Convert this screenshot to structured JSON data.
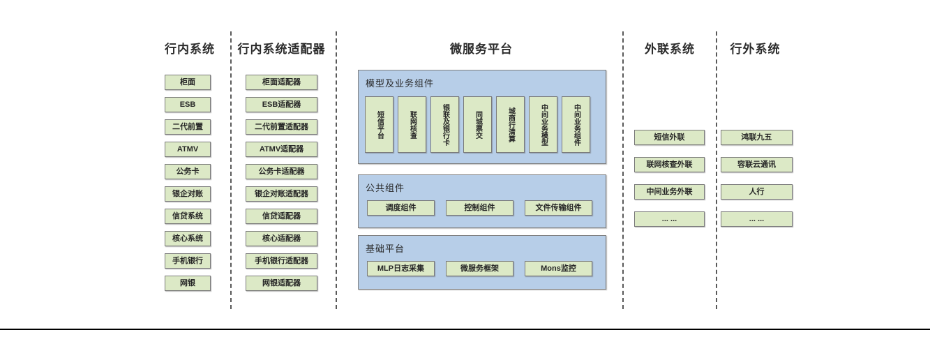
{
  "colors": {
    "box_green": "#dce9c6",
    "panel_blue": "#b7cee8",
    "border_gray": "#7a7a7a",
    "divider_dash": "#595959",
    "bottom_rule": "#000000"
  },
  "columns": [
    {
      "title": "行内系统",
      "boxes": [
        "柜面",
        "ESB",
        "二代前置",
        "ATMV",
        "公务卡",
        "银企对账",
        "信贷系统",
        "核心系统",
        "手机银行",
        "网银"
      ]
    },
    {
      "title": "行内系统适配器",
      "boxes": [
        "柜面适配器",
        "ESB适配器",
        "二代前置适配器",
        "ATMV适配器",
        "公务卡适配器",
        "银企对账适配器",
        "信贷适配器",
        "核心适配器",
        "手机银行适配器",
        "网银适配器"
      ]
    },
    {
      "title": "微服务平台",
      "groups": [
        {
          "label": "模型及业务组件",
          "orientation": "vertical",
          "items": [
            "短信平台",
            "联网核查",
            "银联及银行卡",
            "同城票交",
            "城商行清算",
            "中间业务模型",
            "中间业务组件"
          ]
        },
        {
          "label": "公共组件",
          "orientation": "horizontal",
          "items": [
            "调度组件",
            "控制组件",
            "文件传输组件"
          ]
        },
        {
          "label": "基础平台",
          "orientation": "horizontal",
          "items": [
            "MLP日志采集",
            "微服务框架",
            "Mons监控"
          ]
        }
      ]
    },
    {
      "title": "外联系统",
      "boxes": [
        "短信外联",
        "联网核查外联",
        "中间业务外联",
        "... ..."
      ]
    },
    {
      "title": "行外系统",
      "boxes": [
        "鸿联九五",
        "容联云通讯",
        "人行",
        "... ..."
      ]
    }
  ]
}
